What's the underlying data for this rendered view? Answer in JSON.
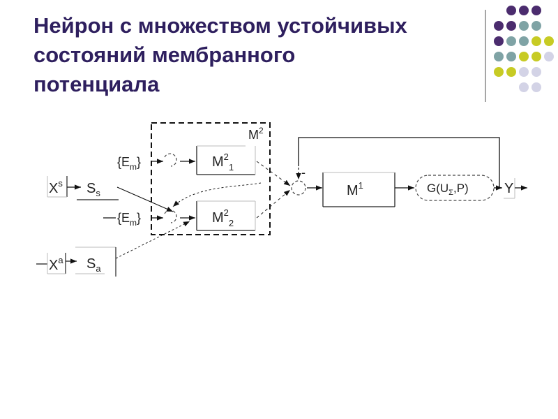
{
  "slide": {
    "title_lines": [
      "Нейрон с множеством устойчивых",
      "состояний мембранного",
      "потенциала"
    ]
  },
  "decoration": {
    "dot_colors": {
      "purple": "#4b2c6e",
      "teal": "#7fa3a5",
      "yellow": "#c7cb24",
      "lavender": "#d3d3e6"
    },
    "dot_rows": [
      [
        "purple",
        "purple",
        "purple"
      ],
      [
        "purple",
        "purple",
        "teal",
        "teal"
      ],
      [
        "purple",
        "teal",
        "teal",
        "yellow",
        "yellow"
      ],
      [
        "teal",
        "teal",
        "yellow",
        "yellow",
        "lavender"
      ],
      [
        "yellow",
        "yellow",
        "lavender",
        "lavender"
      ],
      [
        "lavender",
        "lavender"
      ]
    ]
  },
  "diagram": {
    "labels": {
      "m2_block": "M",
      "m2_block_sup": "2",
      "em_top_brace_open": "{",
      "em_top_E": "E",
      "em_top_sub": "m",
      "em_top_brace_close": "}",
      "em_bottom_brace_open": "{",
      "em_bottom_E": "E",
      "em_bottom_sub": "m",
      "em_bottom_brace_close": "}",
      "m21": "M",
      "m21_sup": "2",
      "m21_sub": "1",
      "m22": "M",
      "m22_sup": "2",
      "m22_sub": "2",
      "xs": "X",
      "xs_sup": "s",
      "ss": "S",
      "ss_sub": "s",
      "xa": "X",
      "xa_sup": "a",
      "sa": "S",
      "sa_sub": "a",
      "m1": "M",
      "m1_sup": "1",
      "sign_minus": "-",
      "g_func": "G(U",
      "g_func_sub": "Σ",
      "g_func_tail": ",P)",
      "y": "Y"
    }
  }
}
